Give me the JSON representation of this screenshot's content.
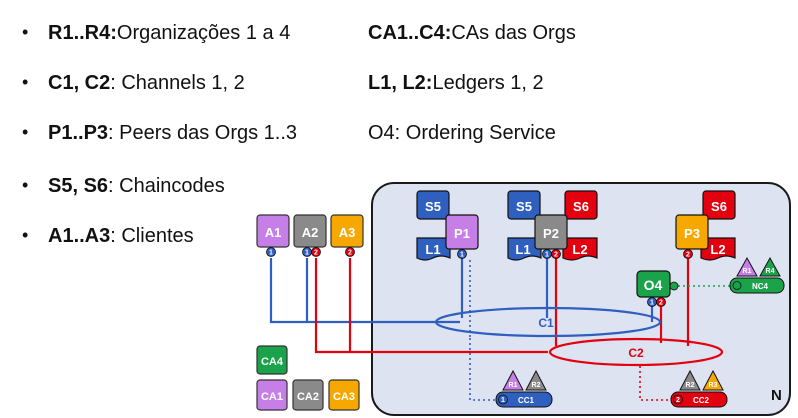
{
  "legend": {
    "r": {
      "key": "R1..R4:",
      "desc": " Organizações 1 a 4"
    },
    "ca": {
      "key": "CA1..C4:",
      "desc": " CAs das Orgs"
    },
    "c": {
      "key": "C1, C2",
      "desc": ": Channels 1, 2"
    },
    "l": {
      "key": "L1, L2:",
      "desc": " Ledgers 1, 2"
    },
    "p": {
      "key": "P1..P3",
      "desc": ": Peers das Orgs 1..3"
    },
    "o": {
      "key": "",
      "desc": "O4: Ordering Service"
    },
    "s": {
      "key": "S5, S6",
      "desc": ": Chaincodes"
    },
    "a": {
      "key": "A1..A3",
      "desc": ": Clientes"
    }
  },
  "colors": {
    "org1": "#c77fe8",
    "org2": "#8a8a8a",
    "org3": "#f7a800",
    "org4": "#1aa34a",
    "blue": "#2f5fbf",
    "red": "#e3000f",
    "network_bg": "#dde3f0"
  },
  "diagram": {
    "network_label": "N",
    "clients": [
      "A1",
      "A2",
      "A3"
    ],
    "cas": [
      "CA1",
      "CA2",
      "CA3",
      "CA4"
    ],
    "peers": [
      "P1",
      "P2",
      "P3"
    ],
    "chaincodes": [
      "S5",
      "S5",
      "S6",
      "S6"
    ],
    "ledgers": [
      "L1",
      "L1",
      "L2",
      "L2"
    ],
    "orderer": "O4",
    "channels": [
      "C1",
      "C2"
    ],
    "channel_configs": [
      "CC1",
      "CC2"
    ],
    "network_config": "NC4",
    "org_tags": [
      "R1",
      "R2",
      "R4"
    ],
    "port_labels": [
      "1",
      "2"
    ]
  }
}
